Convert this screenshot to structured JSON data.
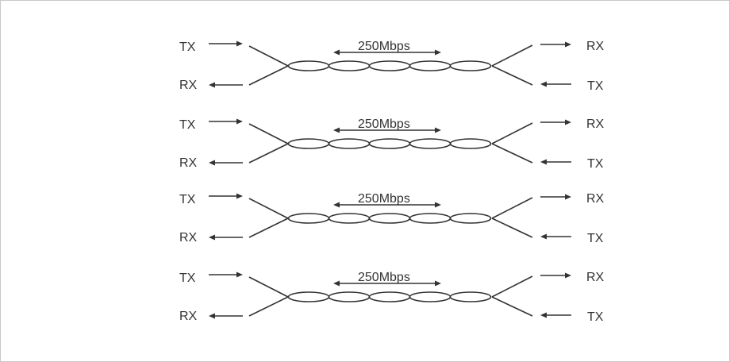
{
  "colors": {
    "line": "#333333",
    "text": "#333333",
    "border": "#c8c8c8",
    "background": "#ffffff"
  },
  "pairs": [
    {
      "left_top": "TX",
      "left_bottom": "RX",
      "right_top": "RX",
      "right_bottom": "TX",
      "rate": "250Mbps"
    },
    {
      "left_top": "TX",
      "left_bottom": "RX",
      "right_top": "RX",
      "right_bottom": "TX",
      "rate": "250Mbps"
    },
    {
      "left_top": "TX",
      "left_bottom": "RX",
      "right_top": "RX",
      "right_bottom": "TX",
      "rate": "250Mbps"
    },
    {
      "left_top": "TX",
      "left_bottom": "RX",
      "right_top": "RX",
      "right_bottom": "TX",
      "rate": "250Mbps"
    }
  ]
}
